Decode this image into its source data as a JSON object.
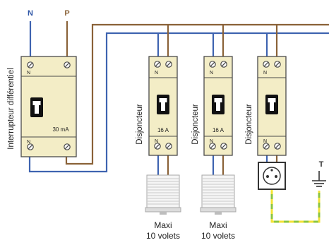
{
  "colors": {
    "neutral_wire": "#3E63B0",
    "phase_wire": "#8A6238",
    "earth_green": "#8CC63F",
    "earth_yellow": "#F3E236",
    "module_fill": "#F3EDC6",
    "outline": "#4A4A4A",
    "label_neutral": "#2F56A6",
    "label_phase": "#8A6238"
  },
  "terminals": {
    "neutral": "N",
    "phase": "P",
    "earth": "T"
  },
  "main_device": {
    "label": "Interrupteur différentiel",
    "rating": "30 mA",
    "terminal_label": "N"
  },
  "breakers": [
    {
      "label": "Disjoncteur",
      "rating": "16 A",
      "terminal_label": "N",
      "icon": "roller-shutter-icon",
      "load": [
        "Maxi",
        "10 volets"
      ]
    },
    {
      "label": "Disjoncteur",
      "rating": "16 A",
      "terminal_label": "N",
      "icon": "roller-shutter-icon",
      "load": [
        "Maxi",
        "10 volets"
      ]
    },
    {
      "label": "Disjoncteur",
      "rating": "",
      "terminal_label": "N",
      "icon": "power-socket-icon",
      "load": []
    }
  ],
  "earth_symbol": "earth-ground-icon"
}
